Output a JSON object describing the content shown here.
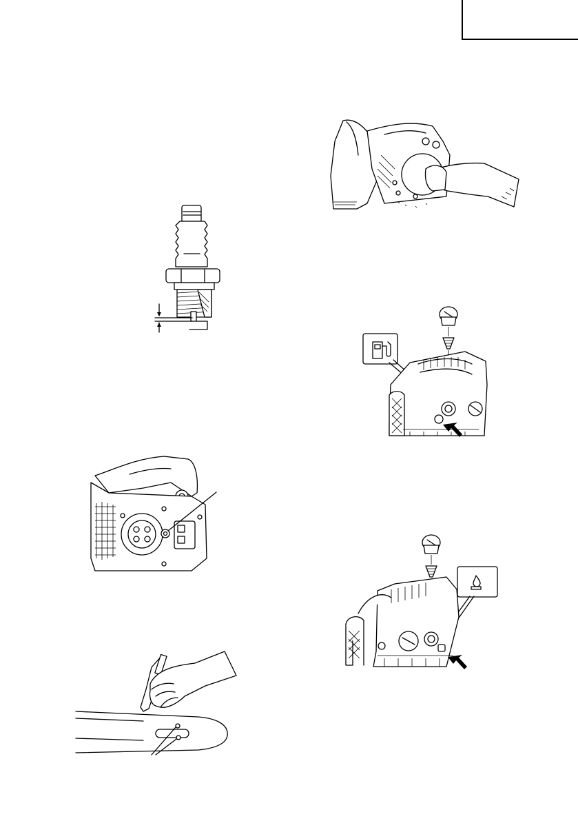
{
  "page": {
    "header_tab": "",
    "figures": [
      {
        "key": "spark-plug",
        "label": ""
      },
      {
        "key": "carburetor-chainsaw",
        "label": ""
      },
      {
        "key": "bar-cleaning",
        "label": ""
      },
      {
        "key": "clutch-cleaning",
        "label": ""
      },
      {
        "key": "fuel-cap",
        "label": ""
      },
      {
        "key": "oil-cap",
        "label": ""
      }
    ]
  },
  "icons": {
    "fuel_pump": "fuel-pump-icon",
    "oil_drop": "oil-drop-icon",
    "arrow": "arrow-icon"
  },
  "colors": {
    "ink": "#000000",
    "paper": "#ffffff"
  }
}
